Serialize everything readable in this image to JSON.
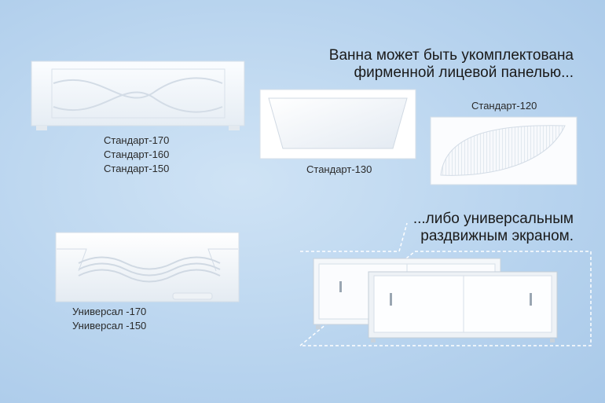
{
  "heading_top": [
    "Ванна может быть укомплектована",
    "фирменной  лицевой панелью..."
  ],
  "heading_bottom": [
    "...либо универсальным",
    "раздвижным экраном."
  ],
  "products": {
    "standard_170": [
      "Стандарт-170",
      "Стандарт-160",
      "Стандарт-150"
    ],
    "standard_130": "Стандарт-130",
    "standard_120": "Стандарт-120",
    "universal": [
      "Универсал -170",
      "Универсал -150"
    ]
  },
  "colors": {
    "background": "#b7d3ee",
    "panel": "#ffffff",
    "frame": "#ffffff"
  }
}
